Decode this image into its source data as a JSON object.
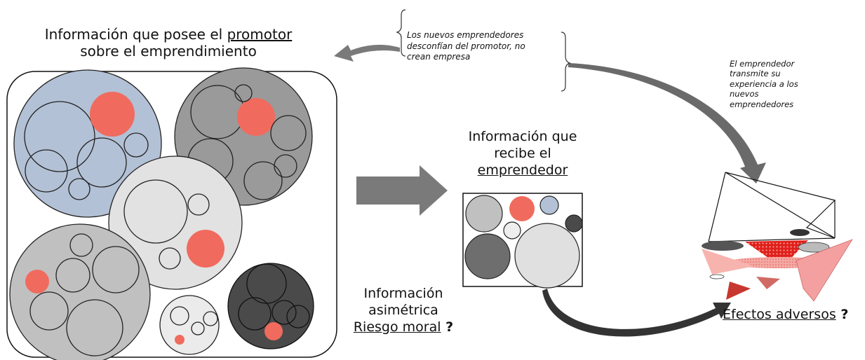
{
  "promoter_title": {
    "prefix": "Información que posee el ",
    "underlined": "promotor",
    "line2": "sobre el emprendimiento"
  },
  "distrust_note": [
    "Los nuevos emprendedores",
    "desconfían del promotor, no",
    "crean empresa"
  ],
  "transmit_note": [
    "El emprendedor",
    "transmite su",
    "experiencia a los",
    "nuevos",
    "emprendedores"
  ],
  "receiver_title": {
    "line1": "Información que",
    "line2": "recibe el",
    "underlined": "emprendedor"
  },
  "asym": {
    "line1": "Información",
    "line2": "asimétrica",
    "underlined": "Riesgo moral",
    "mark": " ?"
  },
  "adverse": {
    "underlined": "Efectos adversos",
    "mark": " ?"
  },
  "colors": {
    "blue": "#b3c1d6",
    "dark_gray": "#9a9a9a",
    "light_gray": "#e2e2e2",
    "mid_gray": "#c0c0c0",
    "charcoal": "#4a4a4a",
    "red": "#f06b5e",
    "arrow": "#7a7a7a"
  }
}
